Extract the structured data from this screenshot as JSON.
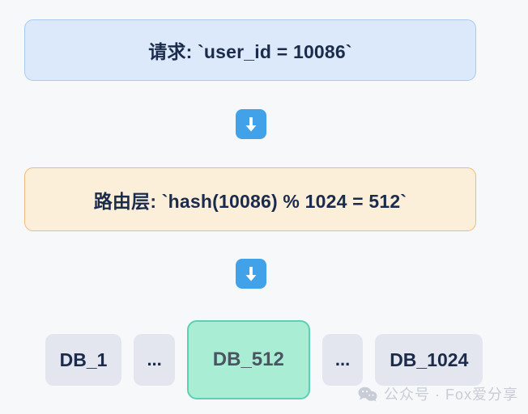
{
  "background_color": "#f7f8fa",
  "diagram": {
    "type": "flow-diagram",
    "title_absent": true,
    "stages": [
      {
        "id": "request",
        "label": "请求: `user_id = 10086`",
        "fill_color": "#dce9fb",
        "border_color": "#a9c9f2",
        "text_color": "#1b2b4b"
      },
      {
        "id": "router",
        "label": "路由层: `hash(10086) % 1024 = 512`",
        "fill_color": "#fcefda",
        "border_color": "#f1b97a",
        "text_color": "#1b2b4b"
      }
    ],
    "connectors": [
      {
        "id": "arrow-1",
        "icon": "arrow-down-icon",
        "color": "#41a2e9"
      },
      {
        "id": "arrow-2",
        "icon": "arrow-down-icon",
        "color": "#41a2e9"
      }
    ],
    "shards": [
      {
        "id": "db-1",
        "label": "DB_1",
        "highlighted": false
      },
      {
        "id": "ellipsis-left",
        "label": "...",
        "highlighted": false,
        "is_ellipsis": true
      },
      {
        "id": "db-512",
        "label": "DB_512",
        "highlighted": true
      },
      {
        "id": "ellipsis-right",
        "label": "...",
        "highlighted": false,
        "is_ellipsis": true
      },
      {
        "id": "db-1024",
        "label": "DB_1024",
        "highlighted": false
      }
    ],
    "shard_colors": {
      "default_fill": "#e3e6ef",
      "default_text": "#1b2b4b",
      "highlight_fill": "#a9edd5",
      "highlight_border": "#5ecfb1",
      "highlight_text": "#4a5560"
    }
  },
  "watermark": {
    "icon": "wechat-icon",
    "text": "公众号 · Fox爱分享",
    "color": "#c7ccd6"
  }
}
